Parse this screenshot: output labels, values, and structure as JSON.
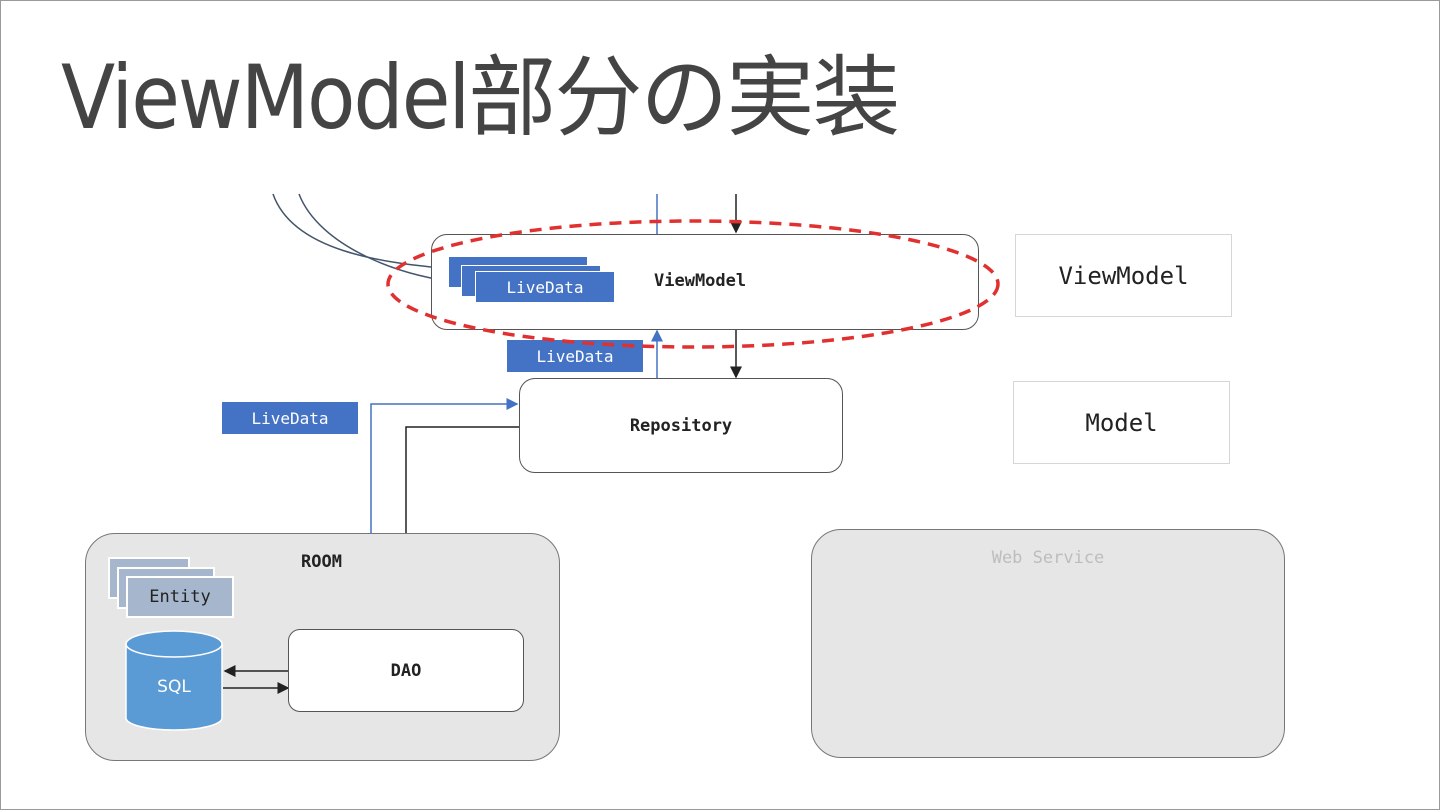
{
  "slide": {
    "title": "ViewModel部分の実装"
  },
  "diagram": {
    "viewmodel_box": "ViewModel",
    "repository_box": "Repository",
    "dao_box": "DAO",
    "room_panel": "ROOM",
    "webservice_panel": "Web Service",
    "entity_label": "Entity",
    "sql_label": "SQL",
    "livedata_in_viewmodel": "LiveData",
    "livedata_between_repo_vm": "LiveData",
    "livedata_room_side": "LiveData"
  },
  "legend": {
    "viewmodel": "ViewModel",
    "model": "Model"
  },
  "colors": {
    "livedata_blue": "#4472c4",
    "highlight_red": "#e03030",
    "panel_gray": "#e6e6e6",
    "sql_blue": "#5b9bd5"
  }
}
